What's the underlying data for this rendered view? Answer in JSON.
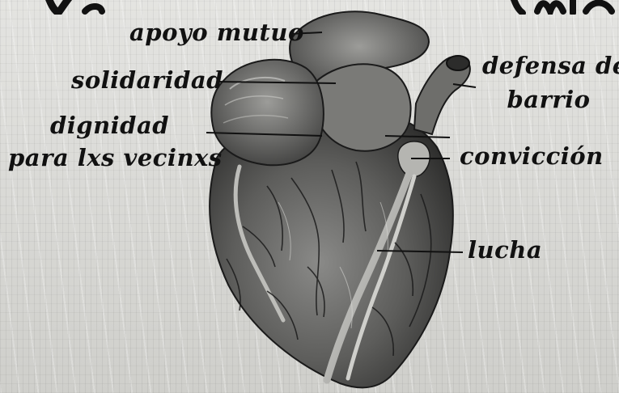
{
  "labels": {
    "apoyo_mutuo": "apoyo mutuo",
    "solidaridad": "solidaridad",
    "dignidad_line1": "dignidad",
    "dignidad_line2": "para lxs vecinxs",
    "defensa_line1": "defensa del",
    "defensa_line2": "barrio",
    "conviccion": "convicción",
    "lucha": "lucha"
  }
}
